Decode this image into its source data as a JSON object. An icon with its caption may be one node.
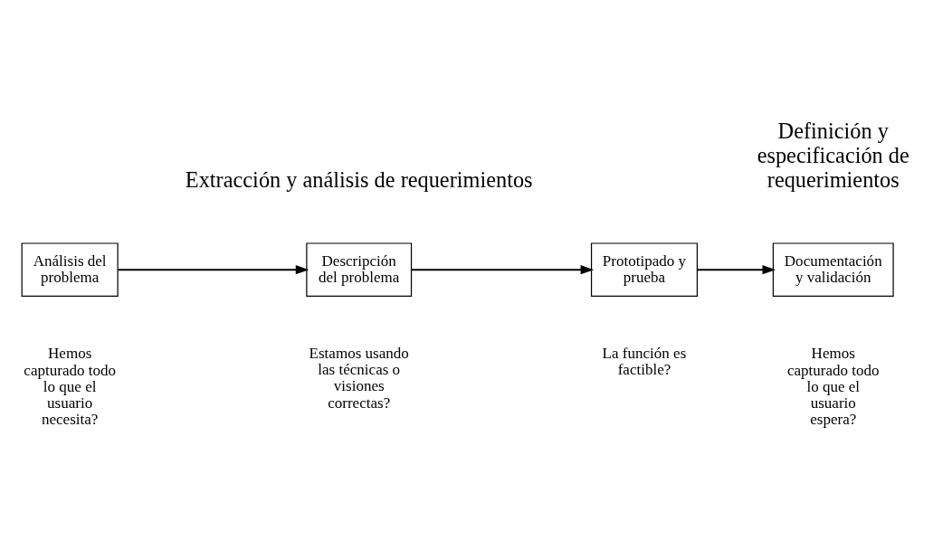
{
  "diagram": {
    "nodes": [
      {
        "text": [
          "Análisis del problema"
        ],
        "beside": [
          "Hemos capturado todo lo que el usuario necesita?"
        ]
      },
      {
        "text": [
          "Descripción del problema"
        ],
        "beside": [
          "Estamos usando las técnicas o visiones correctas?"
        ]
      },
      {
        "text": [
          "Prototipado y prueba"
        ],
        "beside": [
          "La función es factible?"
        ]
      },
      {
        "text": [
          "Documentación y validación"
        ],
        "beside": [
          "Hemos capturado todo lo que el usuario espera?"
        ]
      }
    ],
    "edges": [
      {
        "from": 0,
        "to": 1,
        "arrow": "to"
      },
      {
        "from": 1,
        "to": 2,
        "arrow": "to"
      },
      {
        "from": 2,
        "to": 3,
        "arrow": "to"
      }
    ],
    "labels": [
      "Extracción y análisis de requerimientos",
      "Definición y especificación de requerimientos"
    ]
  }
}
